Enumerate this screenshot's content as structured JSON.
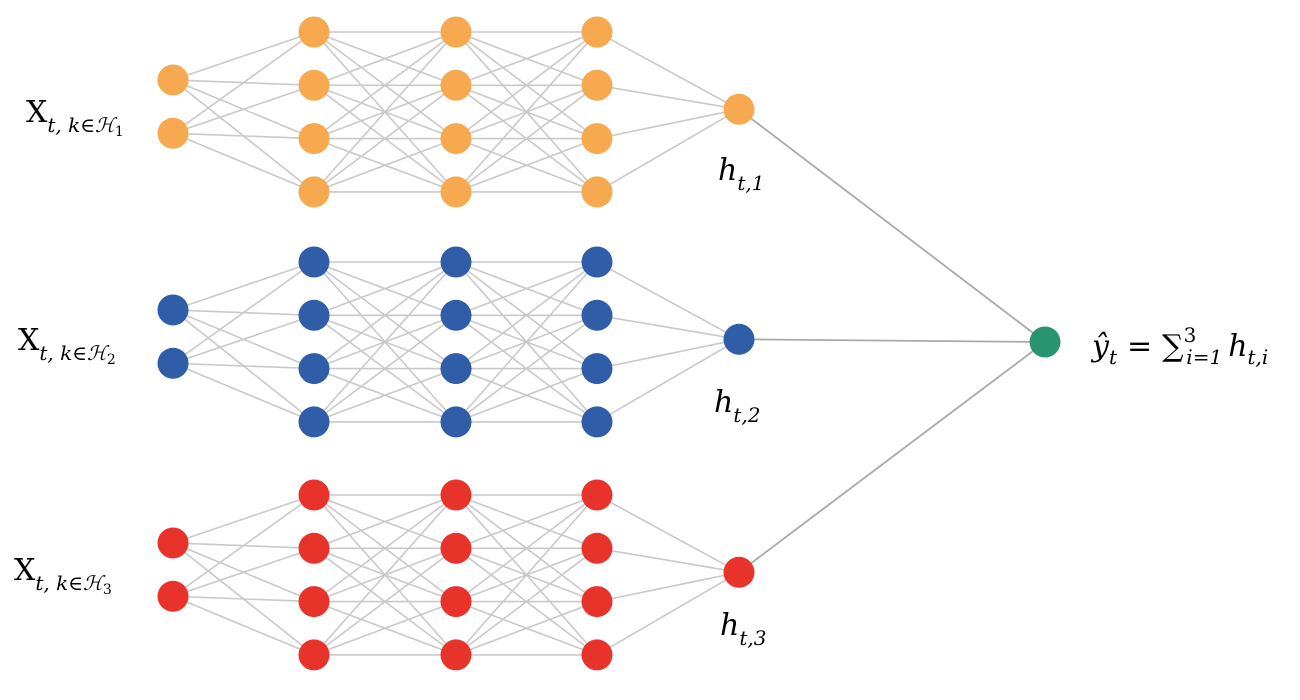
{
  "colors": {
    "network_1": "#f7a94f",
    "network_2": "#2f5da8",
    "network_3": "#e8332b",
    "output_node": "#2a9470",
    "edge": "#c9c9c9",
    "edge_output": "#a9a9a9"
  },
  "networks": [
    {
      "name": "network-1",
      "input_label": {
        "base": "X",
        "sub": "t, k∈",
        "script": "H",
        "script_sub": "1"
      },
      "layer_sizes": [
        2,
        4,
        4,
        4,
        1
      ],
      "output_label": {
        "base": "h",
        "sub": "t,1"
      }
    },
    {
      "name": "network-2",
      "input_label": {
        "base": "X",
        "sub": "t, k∈",
        "script": "H",
        "script_sub": "2"
      },
      "layer_sizes": [
        2,
        4,
        4,
        4,
        1
      ],
      "output_label": {
        "base": "h",
        "sub": "t,2"
      }
    },
    {
      "name": "network-3",
      "input_label": {
        "base": "X",
        "sub": "t, k∈",
        "script": "H",
        "script_sub": "3"
      },
      "layer_sizes": [
        2,
        4,
        4,
        4,
        1
      ],
      "output_label": {
        "base": "h",
        "sub": "t,3"
      }
    }
  ],
  "output": {
    "lhs_base": "ŷ",
    "lhs_sub": "t",
    "equals": "=",
    "sum": "∑",
    "sum_sup": "3",
    "sum_sub": "i=1",
    "term_base": "h",
    "term_sub": "t,i"
  }
}
